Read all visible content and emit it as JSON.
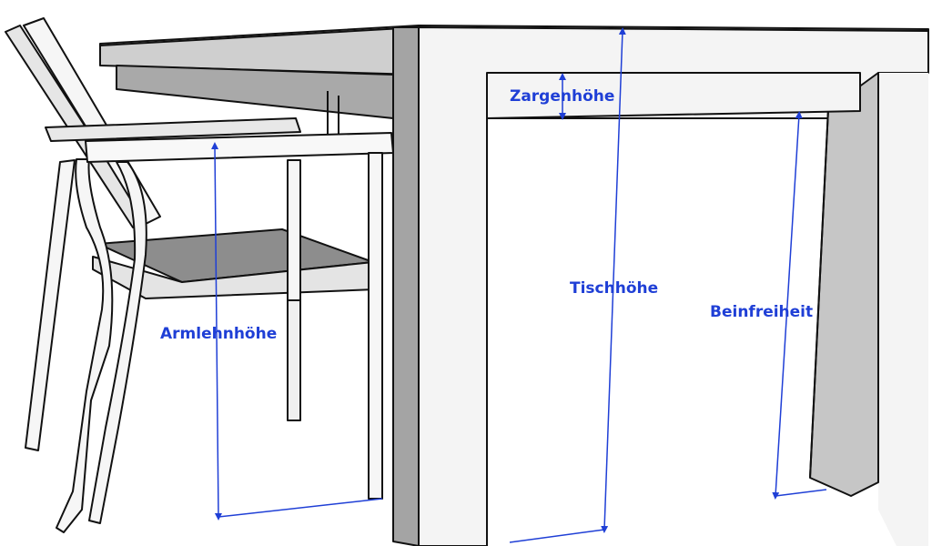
{
  "labels": {
    "apron_height": "Zargenhöhe",
    "table_height": "Tischhöhe",
    "leg_clearance": "Beinfreiheit",
    "armrest_height": "Armlehnhöhe"
  },
  "colors": {
    "line": "#111111",
    "face_light": "#f2f2f2",
    "face_mid": "#dcdcdc",
    "face_dark": "#b8b8b8",
    "face_darker": "#9e9e9e",
    "dimension": "#1f3fd6"
  }
}
